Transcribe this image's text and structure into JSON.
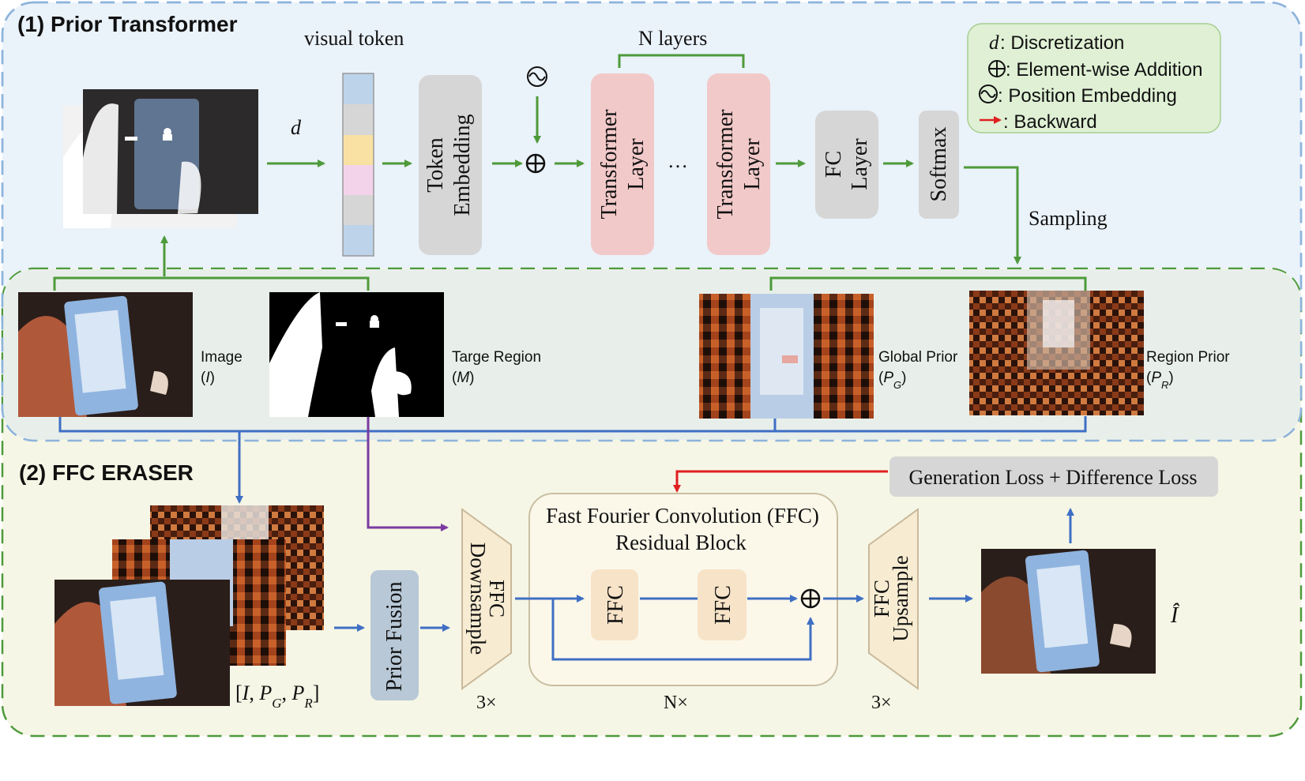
{
  "section1": {
    "title": "(1) Prior Transformer"
  },
  "section2": {
    "title": "(2) FFC ERASER"
  },
  "legend": {
    "discretization": ": Discretization",
    "addition": ": Element-wise Addition",
    "position": ": Position Embedding",
    "backward": ": Backward",
    "d_symbol": "d"
  },
  "top": {
    "d_label": "d",
    "visual_token": "visual token",
    "n_layers": "N layers",
    "token_embedding": [
      "Token",
      "Embedding"
    ],
    "transformer1": [
      "Transformer",
      "Layer"
    ],
    "ellipsis": "…",
    "transformer2": [
      "Transformer",
      "Layer"
    ],
    "fc": [
      "FC",
      "Layer"
    ],
    "softmax": "Softmax",
    "sampling": "Sampling"
  },
  "middle": {
    "image": "Image",
    "image_sym": "I",
    "target": "Targe Region",
    "target_sym": "M",
    "global": "Global Prior",
    "global_sym": "P",
    "global_sub": "G",
    "region": "Region Prior",
    "region_sym": "P",
    "region_sub": "R"
  },
  "bottom": {
    "input_label": "[I, P_G, P_R]",
    "prior_fusion": "Prior Fusion",
    "downsample": [
      "FFC",
      "Downsample"
    ],
    "ffc_block_title": [
      "Fast Fourier Convolution (FFC)",
      "Residual Block"
    ],
    "ffc": "FFC",
    "upsample": [
      "FFC",
      "Upsample"
    ],
    "loss": "Generation Loss + Difference Loss",
    "times_down": "3×",
    "times_block": "N×",
    "times_up": "3×",
    "output": "Î"
  },
  "colors": {
    "top_bg": "#eaf2fa",
    "bottom_bg": "#f6f6e6",
    "green": "#4e9a3a",
    "blue": "#3f6fc4",
    "purple": "#7b3aa0",
    "red": "#e02020",
    "gray_box": "#d6d6d6",
    "pink_box": "#f2c9c9",
    "ffc_box": "#f7e3c8",
    "legend_bg": "#dff0d4"
  }
}
